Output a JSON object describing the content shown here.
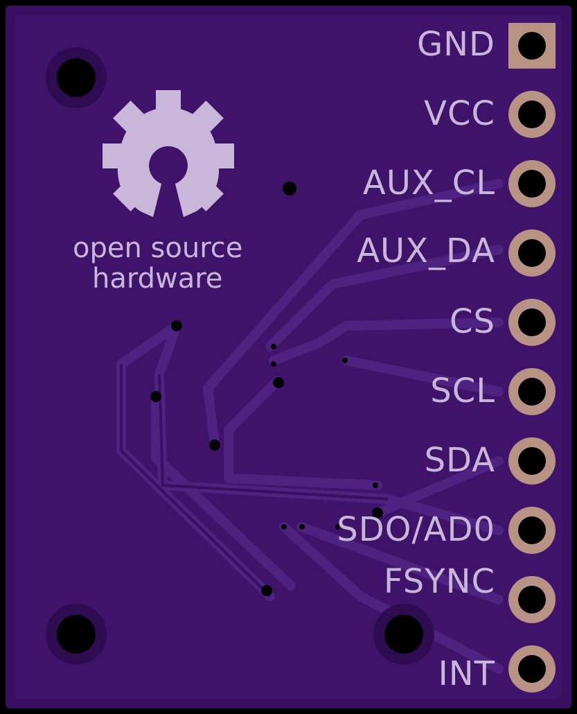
{
  "board": {
    "colors": {
      "soldermask": "#3a0f62",
      "copper_trace": "#4a1d75",
      "silkscreen": "#c8b7d8",
      "pad": "#b89384",
      "hole": "#000000"
    },
    "logo": {
      "line1": "open source",
      "line2": "hardware",
      "icon": "oshw-gear-icon"
    },
    "pins": [
      {
        "label": "GND",
        "pad_shape": "square"
      },
      {
        "label": "VCC",
        "pad_shape": "round"
      },
      {
        "label": "AUX_CL",
        "pad_shape": "round"
      },
      {
        "label": "AUX_DA",
        "pad_shape": "round"
      },
      {
        "label": "CS",
        "pad_shape": "round"
      },
      {
        "label": "SCL",
        "pad_shape": "round"
      },
      {
        "label": "SDA",
        "pad_shape": "round"
      },
      {
        "label": "SDO/AD0",
        "pad_shape": "round"
      },
      {
        "label": "FSYNC",
        "pad_shape": "round"
      },
      {
        "label": "INT",
        "pad_shape": "round"
      }
    ]
  }
}
